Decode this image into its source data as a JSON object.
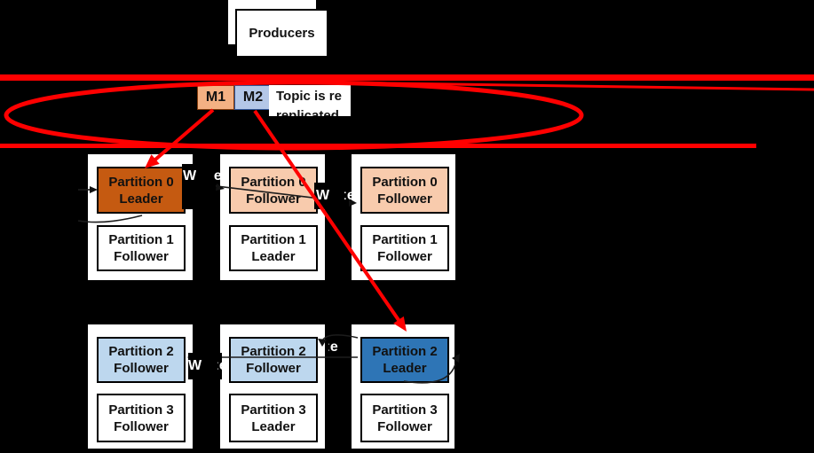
{
  "producers_label": "Producers",
  "messages": [
    {
      "label": "M1",
      "fill": "#F4B183"
    },
    {
      "label": "M2",
      "fill": "#B4C7E7"
    }
  ],
  "topic_note": {
    "line1": "Topic is re",
    "line2": "replicated"
  },
  "write_label": "Write",
  "brokers": [
    {
      "cells": [
        {
          "line1": "Partition 0",
          "line2": "Leader",
          "fill": "#C55A11"
        },
        {
          "line1": "Partition 1",
          "line2": "Follower",
          "fill": "#FFFFFF"
        }
      ]
    },
    {
      "cells": [
        {
          "line1": "Partition 0",
          "line2": "Follower",
          "fill": "#F8CBAD"
        },
        {
          "line1": "Partition 1",
          "line2": "Leader",
          "fill": "#FFFFFF"
        }
      ]
    },
    {
      "cells": [
        {
          "line1": "Partition 0",
          "line2": "Follower",
          "fill": "#F8CBAD"
        },
        {
          "line1": "Partition 1",
          "line2": "Follower",
          "fill": "#FFFFFF"
        }
      ]
    },
    {
      "cells": [
        {
          "line1": "Partition 2",
          "line2": "Follower",
          "fill": "#BDD7EE"
        },
        {
          "line1": "Partition 3",
          "line2": "Follower",
          "fill": "#FFFFFF"
        }
      ]
    },
    {
      "cells": [
        {
          "line1": "Partition 2",
          "line2": "Follower",
          "fill": "#BDD7EE"
        },
        {
          "line1": "Partition 3",
          "line2": "Leader",
          "fill": "#FFFFFF"
        }
      ]
    },
    {
      "cells": [
        {
          "line1": "Partition 2",
          "line2": "Leader",
          "fill": "#2E75B6"
        },
        {
          "line1": "Partition 3",
          "line2": "Follower",
          "fill": "#FFFFFF"
        }
      ]
    }
  ],
  "colors": {
    "annotation_red": "#FF0000",
    "leader_orange": "#C55A11",
    "follower_orange": "#F8CBAD",
    "follower_blue": "#BDD7EE",
    "leader_blue": "#2E75B6",
    "background": "#000000"
  }
}
